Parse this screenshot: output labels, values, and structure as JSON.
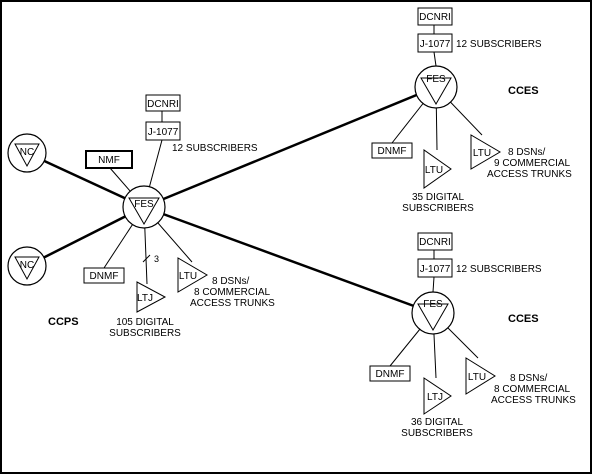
{
  "labels": {
    "ccps": "CCPS",
    "cces": "CCES",
    "fes": "FES",
    "nc": "NC",
    "nmf": "NMF",
    "dnmf": "DNMF",
    "dcnri": "DCNRI",
    "j1077": "J-1077",
    "ltu": "LTU",
    "ltj": "LTJ"
  },
  "texts": {
    "twelve_subscribers": "12 SUBSCRIBERS",
    "count_3": "3",
    "ccps_digital_1": "105 DIGITAL",
    "ccps_digital_2": "SUBSCRIBERS",
    "ccps_trunks_1": "8 DSNs/",
    "ccps_trunks_2": "8 COMMERCIAL",
    "ccps_trunks_3": "ACCESS TRUNKS",
    "top_digital_1": "35 DIGITAL",
    "top_digital_2": "SUBSCRIBERS",
    "top_trunks_1": "8 DSNs/",
    "top_trunks_2": "9 COMMERCIAL",
    "top_trunks_3": "ACCESS TRUNKS",
    "bot_digital_1": "36 DIGITAL",
    "bot_digital_2": "SUBSCRIBERS",
    "bot_trunks_1": "8 DSNs/",
    "bot_trunks_2": "8 COMMERCIAL",
    "bot_trunks_3": "ACCESS TRUNKS"
  }
}
